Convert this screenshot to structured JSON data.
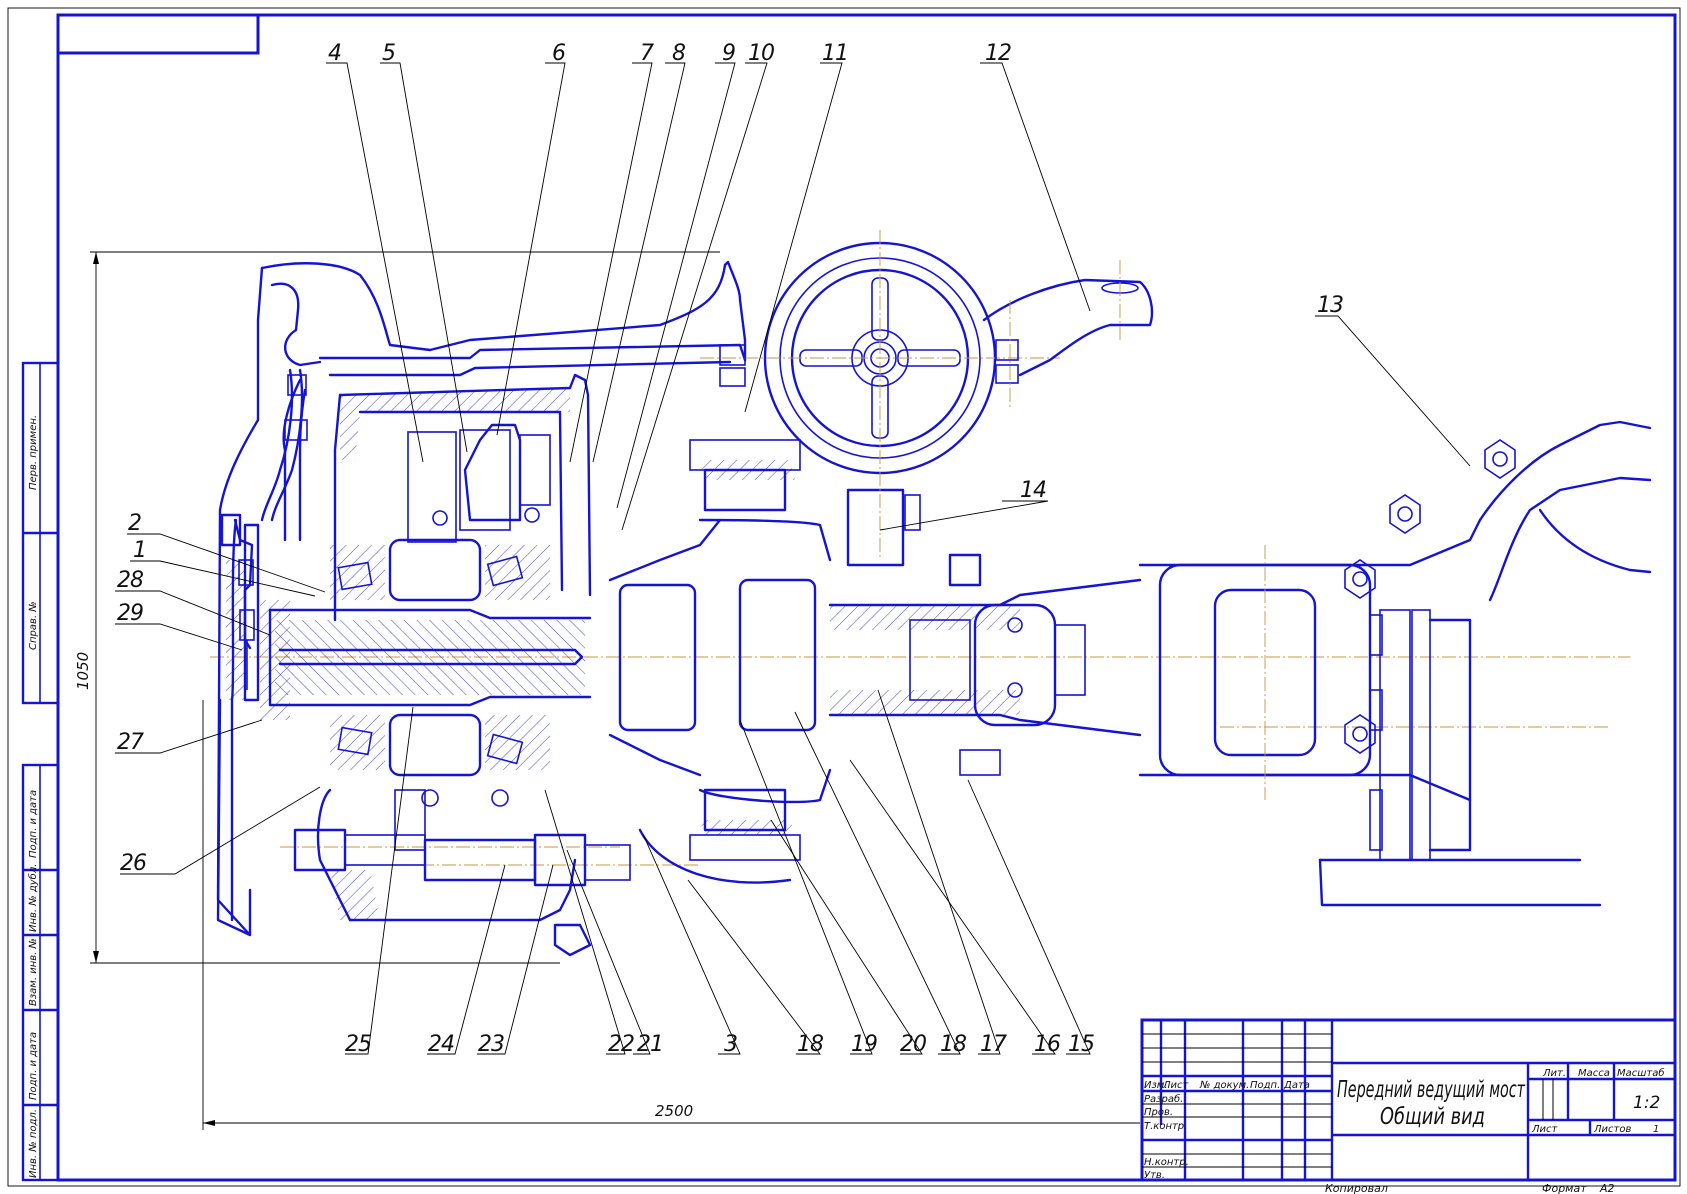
{
  "drawing": {
    "title_line1": "Передний ведущий мост",
    "title_line2": "Общий вид",
    "scale": "1:2",
    "sheets_label": "Листов",
    "sheets_value": "1",
    "sheet_label": "Лист",
    "lit_label": "Лит.",
    "mass_label": "Масса",
    "scale_label": "Масштаб",
    "copied_label": "Копировал",
    "format_label": "Формат",
    "format_value": "A2",
    "colors": {
      "outline": "#1414d2",
      "axis": "#c8963c",
      "leader": "#000000"
    }
  },
  "title_block": {
    "header": [
      "Изм.",
      "Лист",
      "№ докум.",
      "Подп.",
      "Дата"
    ],
    "roles": [
      "Разраб.",
      "Пров.",
      "Т.контр.",
      "",
      "Н.контр.",
      "Утв."
    ]
  },
  "side_stamp": [
    "Перв. примен.",
    "Справ. №",
    "Подп. и дата",
    "Инв. № дубл.",
    "Взам. инв. №",
    "Подп. и дата",
    "Инв. № подл."
  ],
  "dimensions": {
    "height": "1050",
    "width": "2500"
  },
  "callouts": {
    "top": [
      "4",
      "5",
      "6",
      "7",
      "8",
      "9",
      "10",
      "11",
      "12"
    ],
    "right": [
      "13",
      "14"
    ],
    "left": [
      "2",
      "1",
      "28",
      "29",
      "27",
      "26"
    ],
    "bottom": [
      "25",
      "24",
      "23",
      "22",
      "21",
      "3",
      "18",
      "19",
      "20",
      "18",
      "17",
      "16",
      "15"
    ]
  }
}
